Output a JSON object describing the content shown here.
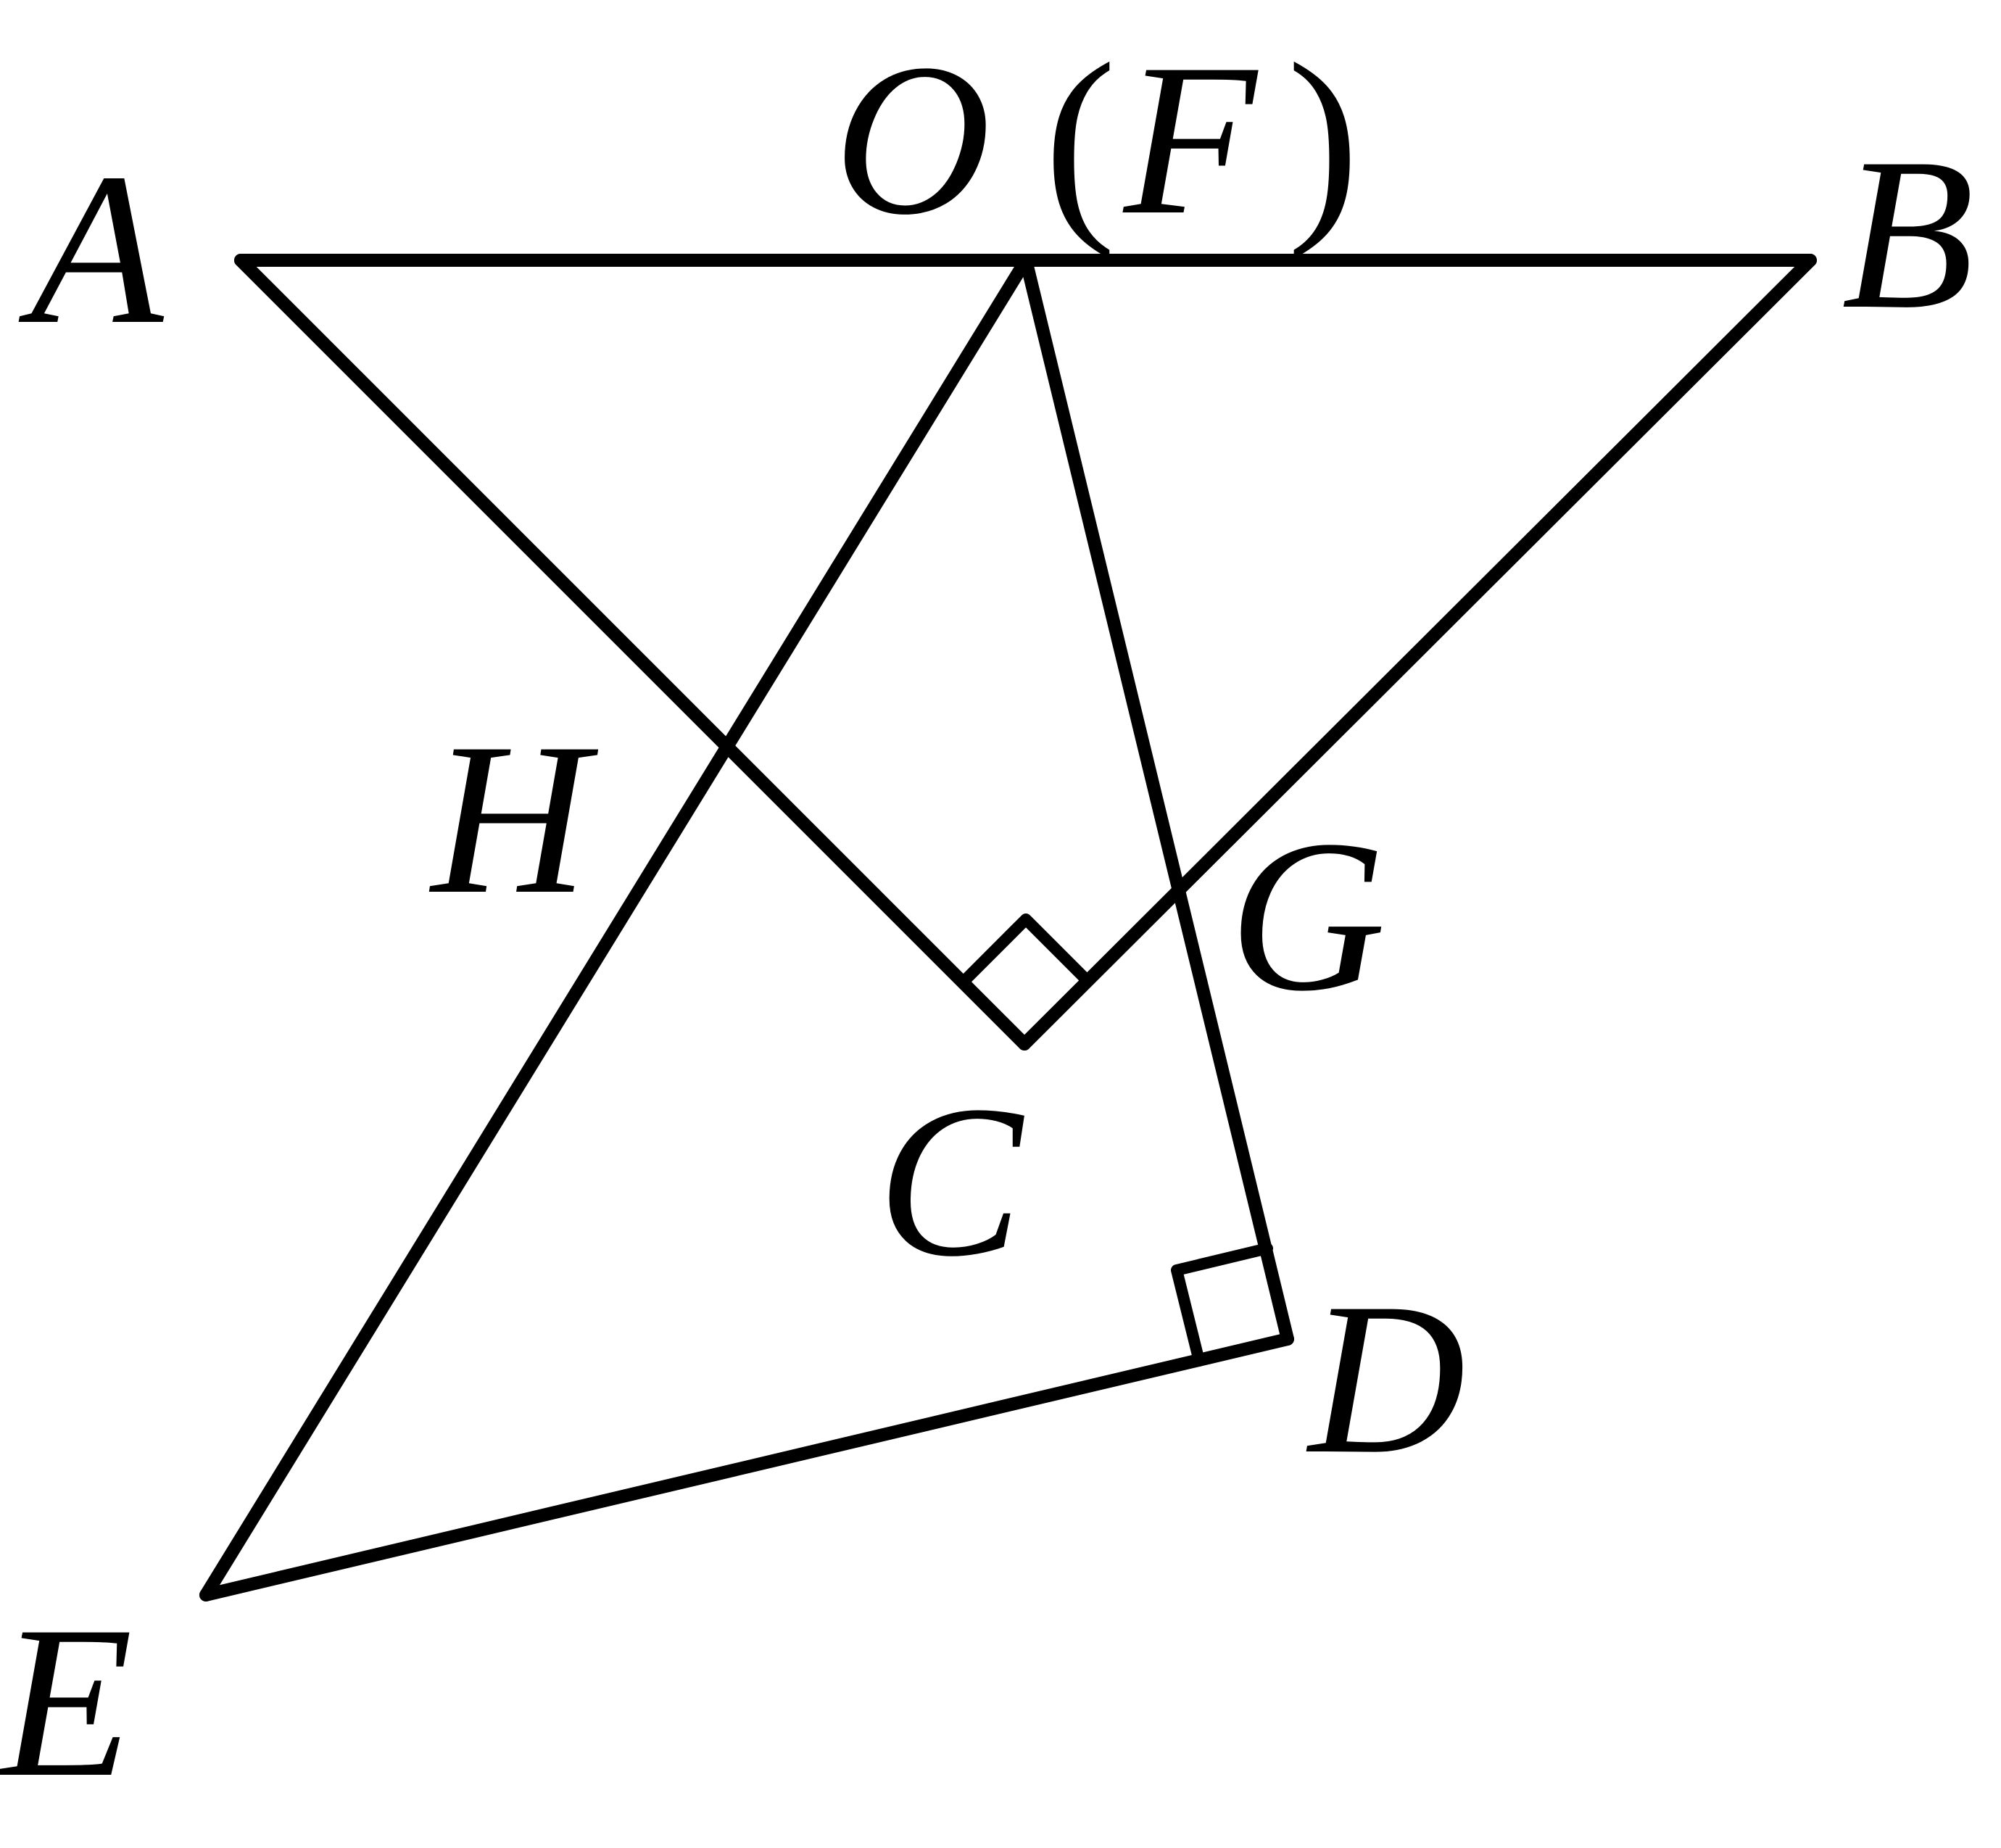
{
  "points": {
    "A": {
      "label": "A"
    },
    "B": {
      "label": "B"
    },
    "C": {
      "label": "C"
    },
    "D": {
      "label": "D"
    },
    "E": {
      "label": "E"
    },
    "G": {
      "label": "G"
    },
    "H": {
      "label": "H"
    },
    "O": {
      "label": "O"
    },
    "F": {
      "label": "F"
    }
  },
  "paren_open": "(",
  "paren_close": ")",
  "segments": [
    "AB",
    "AC",
    "BC",
    "OE",
    "OD",
    "ED"
  ],
  "right_angles": [
    "ACB",
    "ODE"
  ]
}
